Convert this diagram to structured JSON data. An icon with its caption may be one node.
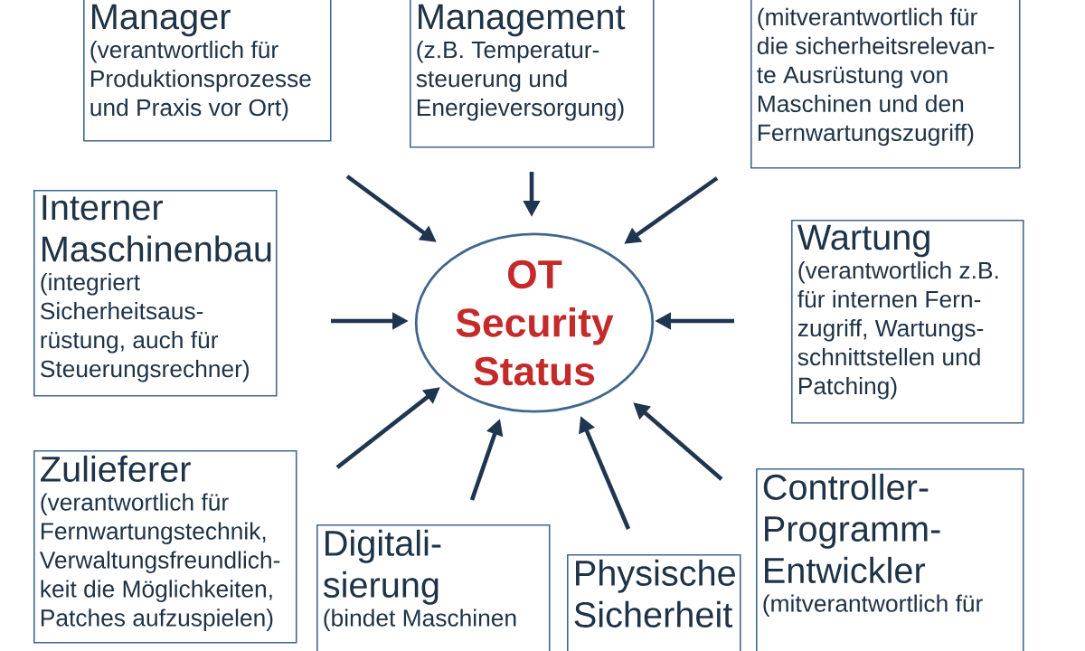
{
  "diagram": {
    "nodes": [
      {
        "text": [
          "Manager",
          "(verantwortlich für Produktionsprozesse und Praxis vor Ort)"
        ]
      },
      {
        "text": [
          "Management",
          "(z.B. Temperatur- steuerung und Energieversorgung)"
        ]
      },
      {
        "text": [
          "(mitverantwortlich für die sicherheitsrelevan- te Ausrüstung von Maschinen und den Fernwartungszugriff)"
        ]
      },
      {
        "text": [
          "Interner Maschinenbau",
          "(integriert Sicherheitsaus- rüstung, auch für Steuerungsrechner)"
        ]
      },
      {
        "text": [
          "OT Security Status"
        ]
      },
      {
        "text": [
          "Wartung",
          "(verantwortlich z.B. für internen Fern- zugriff, Wartungs- schnittstellen und Patching)"
        ]
      },
      {
        "text": [
          "Zulieferer",
          "(verantwortlich für Fernwartungstechnik, Verwaltungsfreundlich- keit die Möglichkeiten, Patches aufzuspielen)"
        ]
      },
      {
        "text": [
          "Controller- Programm- Entwickler",
          "(mitverantwortlich für"
        ]
      },
      {
        "text": [
          "Digitali- sierung",
          "(bindet Maschinen"
        ]
      },
      {
        "text": [
          "Physische Sicherheit"
        ]
      }
    ],
    "edges": [
      {
        "from": 0,
        "to": 4,
        "arrow": "to"
      },
      {
        "from": 1,
        "to": 4,
        "arrow": "to"
      },
      {
        "from": 2,
        "to": 4,
        "arrow": "to"
      },
      {
        "from": 3,
        "to": 4,
        "arrow": "to"
      },
      {
        "from": 5,
        "to": 4,
        "arrow": "to"
      },
      {
        "from": 6,
        "to": 4,
        "arrow": "to"
      },
      {
        "from": 8,
        "to": 4,
        "arrow": "to"
      },
      {
        "from": 9,
        "to": 4,
        "arrow": "to"
      },
      {
        "from": 7,
        "to": 4,
        "arrow": "to"
      }
    ]
  }
}
